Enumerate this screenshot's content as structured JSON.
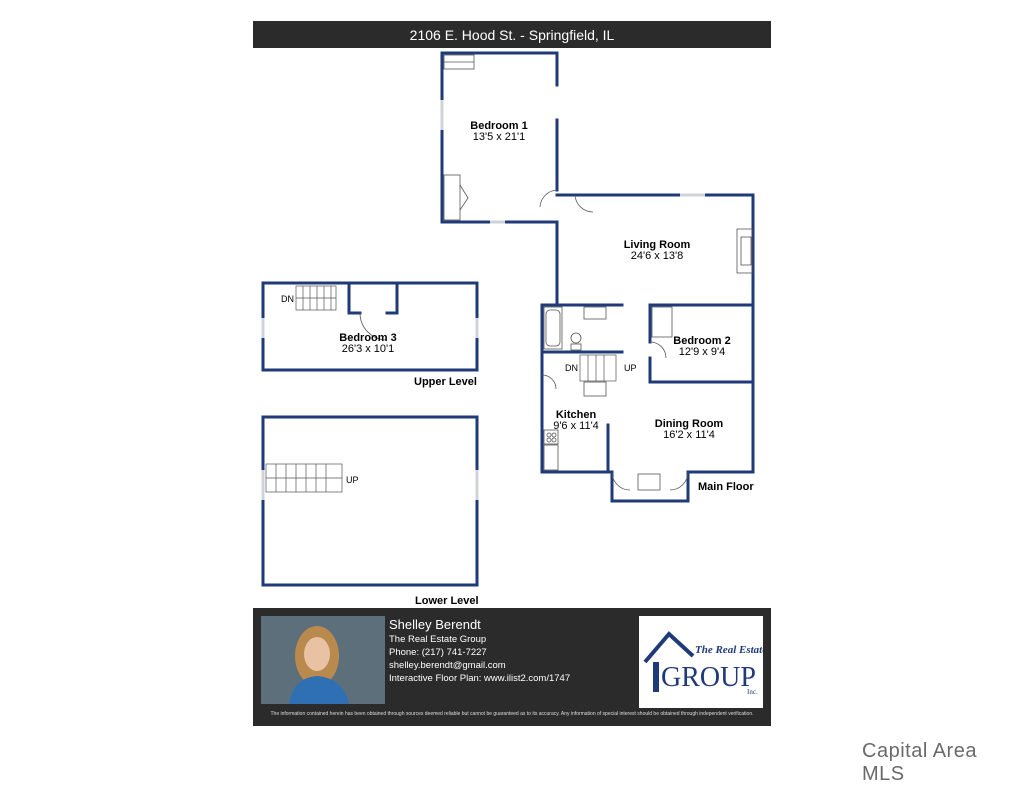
{
  "header": {
    "title": "2106 E. Hood St. - Springfield, IL"
  },
  "rooms": {
    "bedroom1": {
      "name": "Bedroom 1",
      "dims": "13'5 x 21'1"
    },
    "living": {
      "name": "Living Room",
      "dims": "24'6 x 13'8"
    },
    "bedroom3": {
      "name": "Bedroom 3",
      "dims": "26'3 x 10'1"
    },
    "bedroom2": {
      "name": "Bedroom 2",
      "dims": "12'9 x 9'4"
    },
    "kitchen": {
      "name": "Kitchen",
      "dims": "9'6 x 11'4"
    },
    "dining": {
      "name": "Dining Room",
      "dims": "16'2 x 11'4"
    }
  },
  "levels": {
    "upper": "Upper Level",
    "main": "Main Floor",
    "lower": "Lower Level"
  },
  "stairs": {
    "dn_upper": "DN",
    "dn_main": "DN",
    "up_main": "UP",
    "up_lower": "UP"
  },
  "agent": {
    "name": "Shelley Berendt",
    "company": "The Real Estate Group",
    "phone": "Phone: (217) 741-7227",
    "email": "shelley.berendt@gmail.com",
    "plan": "Interactive Floor Plan: www.ilist2.com/1747"
  },
  "logo": {
    "line1": "The Real Estate",
    "line2": "GROUP",
    "line3": "Inc."
  },
  "disclaimer": "The information contained herein has been obtained through sources deemed reliable but cannot be guaranteed as to its accuracy. Any information of special interest should be obtained through independent verification.",
  "watermark": "Capital Area MLS",
  "colors": {
    "wall": "#1f3a78",
    "bar": "#2b2b2b",
    "logo_blue": "#1f3a78"
  }
}
